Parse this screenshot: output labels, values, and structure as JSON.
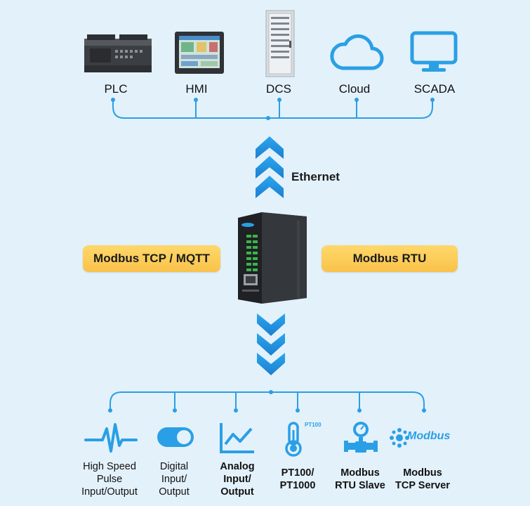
{
  "top_devices": [
    {
      "label": "PLC",
      "icon": "plc-icon"
    },
    {
      "label": "HMI",
      "icon": "hmi-icon"
    },
    {
      "label": "DCS",
      "icon": "dcs-cabinet-icon"
    },
    {
      "label": "Cloud",
      "icon": "cloud-icon"
    },
    {
      "label": "SCADA",
      "icon": "monitor-icon"
    }
  ],
  "ethernet_label": "Ethernet",
  "left_protocol": "Modbus TCP / MQTT",
  "right_protocol": "Modbus RTU",
  "bottom_items": [
    {
      "lines": [
        "High Speed",
        "Pulse",
        "Input/Output"
      ],
      "icon": "pulse-icon"
    },
    {
      "lines": [
        "Digital",
        "Input/",
        "Output"
      ],
      "icon": "toggle-icon"
    },
    {
      "lines": [
        "Analog",
        "Input/",
        "Output"
      ],
      "icon": "analog-chart-icon"
    },
    {
      "lines": [
        "PT100/",
        "PT1000"
      ],
      "icon": "thermometer-icon",
      "tag": "PT100"
    },
    {
      "lines": [
        "Modbus",
        "RTU Slave"
      ],
      "icon": "pressure-valve-icon"
    },
    {
      "lines": [
        "Modbus",
        "TCP Server"
      ],
      "icon": "modbus-logo-icon",
      "logo_text": "Modbus"
    }
  ],
  "colors": {
    "background": "#e3f1fb",
    "accent": "#2a9fe5",
    "pill": "#f9c24a"
  }
}
